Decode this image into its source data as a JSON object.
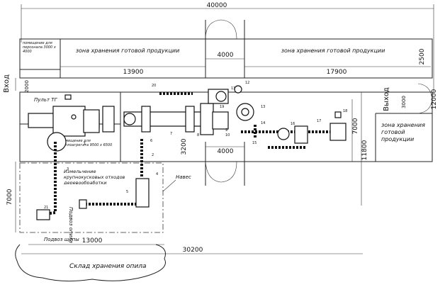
{
  "dimensions": {
    "overall_length": "40000",
    "storage_left_width": "13900",
    "storage_right_width": "17900",
    "gate_top_width": "4000",
    "gate_bottom_width": "4000",
    "right_upper_height": "2500",
    "entrance_right_height": "3000",
    "right_total_height": "12000",
    "workshop_height": "11800",
    "right_mid_height": "7000",
    "left_height": "7000",
    "entrance_left_height": "2000",
    "inner_height": "3200",
    "canopy_length": "13000",
    "lower_length": "30200"
  },
  "labels": {
    "storage_zone_left": "зона хранения готовой продукции",
    "storage_zone_right": "зона хранения готовой продукции",
    "storage_zone_corner": "зона хранения готовой продукции",
    "entrance_left": "Вход",
    "entrance_right": "Выход",
    "staff_room": "помещение для персонала 3000 х 4000",
    "heat_room": "помещение для теплоагрегата 9500 х 6500",
    "control_panel": "Пульт ТГ",
    "shredding": "Измельчение крупнокусковых отходов деревообработки",
    "canopy": "Навес",
    "chip_feed": "Подвоз щепы",
    "sawdust_feed": "Подвоз опила",
    "sawdust_store": "Склад хранения опила"
  },
  "positions": [
    "1",
    "2",
    "3",
    "4",
    "5",
    "6",
    "7",
    "8",
    "9",
    "10",
    "11",
    "12",
    "13",
    "14",
    "15",
    "16",
    "17",
    "18",
    "19",
    "20",
    "21"
  ]
}
